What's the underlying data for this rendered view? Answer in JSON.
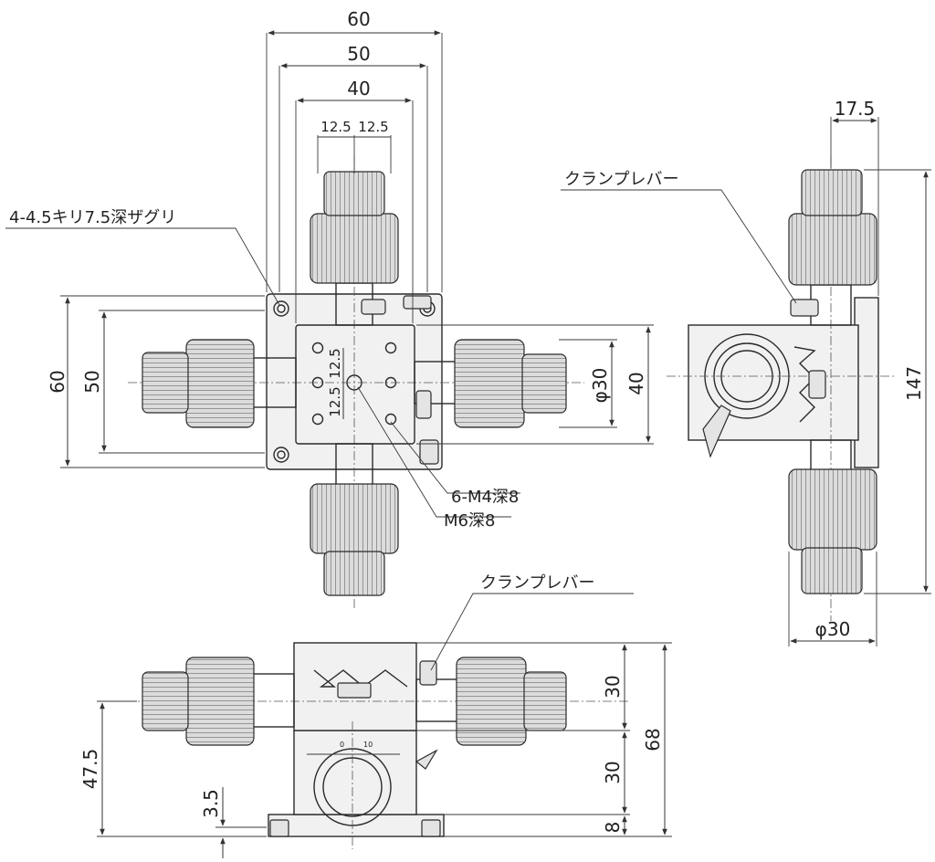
{
  "top_view": {
    "dim_width_60": "60",
    "dim_width_50": "50",
    "dim_width_40": "40",
    "dim_pitch_left": "12.5",
    "dim_pitch_right": "12.5",
    "dim_height_60": "60",
    "dim_height_50": "50",
    "dim_table_40": "40",
    "dim_knob_dia": "φ30",
    "dim_inner_pitch_a": "12.5",
    "dim_inner_pitch_b": "12.5",
    "note_counterbore": "4-4.5キリ7.5深ザグリ",
    "note_tap_m4": "6-M4深8",
    "note_tap_m6": "M6深8"
  },
  "side_view": {
    "dim_depth": "17.5",
    "dim_total_height": "147",
    "dim_knob_dia": "φ30",
    "note_clamp_lever": "クランプレバー"
  },
  "front_view": {
    "dim_upper_stage": "30",
    "dim_lower_stage": "30",
    "dim_base": "8",
    "dim_total_68": "68",
    "dim_axis_height": "47.5",
    "dim_base_offset": "3.5",
    "note_clamp_lever": "クランプレバー",
    "scale_mark_0": "0",
    "scale_mark_10": "10"
  }
}
